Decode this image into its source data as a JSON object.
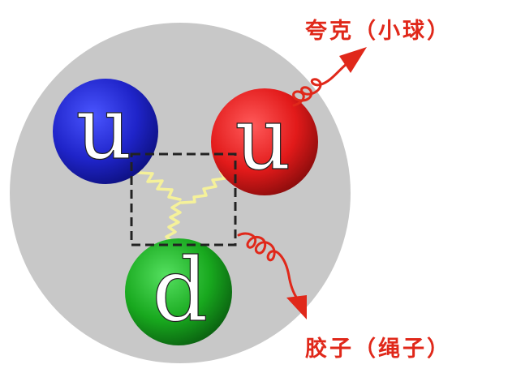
{
  "colors": {
    "background": "#ffffff",
    "proton": "#c8c8c8",
    "quark_u1": "#1f24c9",
    "quark_u2": "#e21a1a",
    "quark_d": "#18a81e",
    "gluon": "#f5f19a",
    "annotation": "#e0281a",
    "box_border": "#222222"
  },
  "quarks": [
    {
      "letter": "u",
      "color_name": "blue"
    },
    {
      "letter": "u",
      "color_name": "red"
    },
    {
      "letter": "d",
      "color_name": "green"
    }
  ],
  "labels": {
    "quark_label": "夸克（小球）",
    "gluon_label": "胶子（绳子）"
  }
}
